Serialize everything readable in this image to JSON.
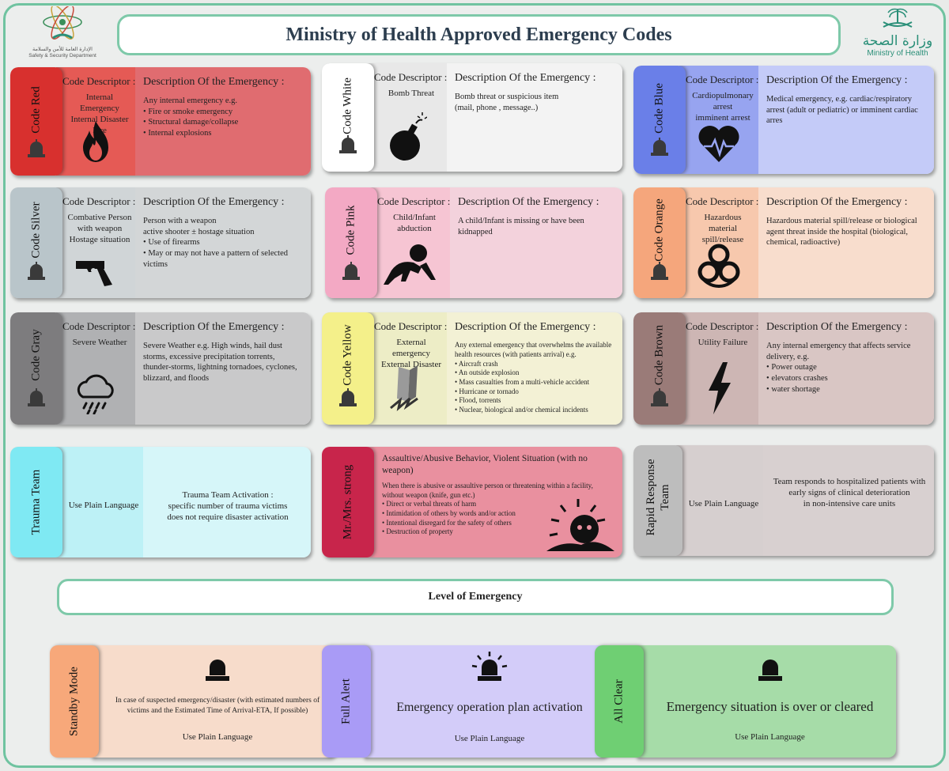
{
  "title": "Ministry of Health Approved Emergency Codes",
  "logo_left": {
    "arabic": "الإدارة العامة للأمن والسلامة",
    "english": "Safety & Security Department"
  },
  "logo_right": {
    "arabic": "وزارة الصحة",
    "english": "Ministry of Health"
  },
  "labels": {
    "code_descriptor": "Code Descriptor :",
    "description_heading": "Description Of the Emergency :"
  },
  "codes": [
    {
      "name": "Code Red",
      "tab_color": "#d8302e",
      "mid_color": "#e55a55",
      "right_color": "#e06c70",
      "descriptor": "Internal Emergency\nInternal Disaster\nFire",
      "desc_intro": "Any internal emergency e.g.",
      "desc_items": [
        "Fire or smoke emergency",
        "Structural damage/collapse",
        "Internal explosions"
      ],
      "icon": "fire-icon"
    },
    {
      "name": "Code White",
      "tab_color": "#ffffff",
      "mid_color": "#e8e8e8",
      "right_color": "#f3f3f3",
      "descriptor": "Bomb Threat",
      "desc_intro": "Bomb threat or suspicious item\n(mail, phone , message..)",
      "desc_items": [],
      "icon": "bomb-icon"
    },
    {
      "name": "Code Blue",
      "tab_color": "#6a7fe8",
      "mid_color": "#97a4f0",
      "right_color": "#c4cbf8",
      "descriptor": "Cardiopulmonary arrest\nimminent arrest",
      "desc_intro": "Medical emergency, e.g. cardiac/respiratory arrest (adult or pediatric) or imminent cardiac arres",
      "desc_items": [],
      "icon": "heart-icon"
    },
    {
      "name": "Code Silver",
      "tab_color": "#b9c5ca",
      "mid_color": "#d0d5d7",
      "right_color": "#d3d6d7",
      "descriptor": "Combative Person\nwith weapon\nHostage situation",
      "desc_intro": "Person with a weapon\nactive shooter ± hostage situation",
      "desc_items": [
        "Use of firearms",
        "May or may not have a pattern of selected victims"
      ],
      "icon": "gun-icon"
    },
    {
      "name": "Code Pink",
      "tab_color": "#f3a9c4",
      "mid_color": "#f6c5d3",
      "right_color": "#f3d2dc",
      "descriptor": "Child/Infant\nabduction",
      "desc_intro": "A child/Infant is missing or  have been\nkidnapped",
      "desc_items": [],
      "icon": "baby-icon"
    },
    {
      "name": "Code Orange",
      "tab_color": "#f5a67c",
      "mid_color": "#f7c8ad",
      "right_color": "#f8ddcd",
      "descriptor": "Hazardous material\nspill/release",
      "desc_intro": "Hazardous material spill/release or biological agent threat inside the hospital (biological, chemical, radioactive)",
      "desc_items": [],
      "icon": "biohazard-icon"
    },
    {
      "name": "Code Gray",
      "tab_color": "#7d7c7e",
      "mid_color": "#b0b1b3",
      "right_color": "#c9c9ca",
      "descriptor": "Severe Weather",
      "desc_intro": "Severe Weather e.g. High winds, hail dust storms, excessive precipitation torrents, thunder-storms, lightning tornadoes, cyclones, blizzard, and floods",
      "desc_items": [],
      "icon": "storm-cloud-icon"
    },
    {
      "name": "Code Yellow",
      "tab_color": "#f4f08a",
      "mid_color": "#ededc6",
      "right_color": "#f3f1d5",
      "descriptor": "External emergency\nExternal Disaster",
      "desc_intro": "Any external emergency that overwhelms the available health resources (with patients arrival) e.g.",
      "desc_items": [
        "Aircraft crash",
        "An outside explosion",
        "Mass casualties from a multi-vehicle accident",
        "Hurricane or tornado",
        "Flood, torrents",
        "Nuclear, biological and/or chemical incidents"
      ],
      "icon": "collapsed-building-icon"
    },
    {
      "name": "Code Brown",
      "tab_color": "#9a7b78",
      "mid_color": "#cdb6b4",
      "right_color": "#d9c6c4",
      "descriptor": "Utility Failure",
      "desc_intro": "Any internal emergency that affects service delivery, e.g.",
      "desc_items": [
        "Power outage",
        "elevators crashes",
        "water shortage"
      ],
      "icon": "lightning-icon"
    }
  ],
  "teams": [
    {
      "name": "Trauma Team",
      "tab_color": "#7fe9f3",
      "mid_color": "#bdf1f6",
      "right_color": "#d6f6f9",
      "descriptor": "Use Plain Language",
      "description": "Trauma Team Activation  :\nspecific number of trauma victims\ndoes not require disaster activation"
    },
    {
      "name": "Mr./Mrs. strong",
      "tab_color": "#c8254b",
      "right_color": "#e9909f",
      "heading": "Assaultive/Abusive Behavior, Violent Situation (with no weapon)",
      "intro": "When there is abusive or assaultive person or threatening within a facility, without weapon (knife, gun etc.)",
      "items": [
        "Direct or verbal threats of harm",
        "Intimidation of others by words and/or action",
        "Intentional disregard for the safety of others",
        "Destruction of property"
      ],
      "icon": "angry-sun-icon"
    },
    {
      "name": "Rapid Response Team",
      "tab_color": "#bdbdbd",
      "mid_color": "#d6cfcf",
      "right_color": "#d8d0d0",
      "descriptor": "Use Plain Language",
      "description": "Team responds to hospitalized patients with early signs of clinical deterioration\nin non-intensive care units"
    }
  ],
  "level_heading": "Level of Emergency",
  "levels": [
    {
      "name": "Standby Mode",
      "tab_color": "#f7a87a",
      "body_color": "#f7dccb",
      "text": "In case of suspected emergency/disaster (with estimated numbers of victims and the Estimated Time of Arrival-ETA, If possible)",
      "footer": "Use Plain Language",
      "icon": "siren-off-icon"
    },
    {
      "name": "Full Alert",
      "tab_color": "#a99bf6",
      "body_color": "#d3ccf9",
      "text": "Emergency operation plan activation",
      "footer": "Use Plain Language",
      "icon": "siren-on-icon"
    },
    {
      "name": "All Clear",
      "tab_color": "#6fcf73",
      "body_color": "#a6dca8",
      "text": "Emergency situation is over or cleared",
      "footer": "Use Plain Language",
      "icon": "siren-off-icon"
    }
  ]
}
